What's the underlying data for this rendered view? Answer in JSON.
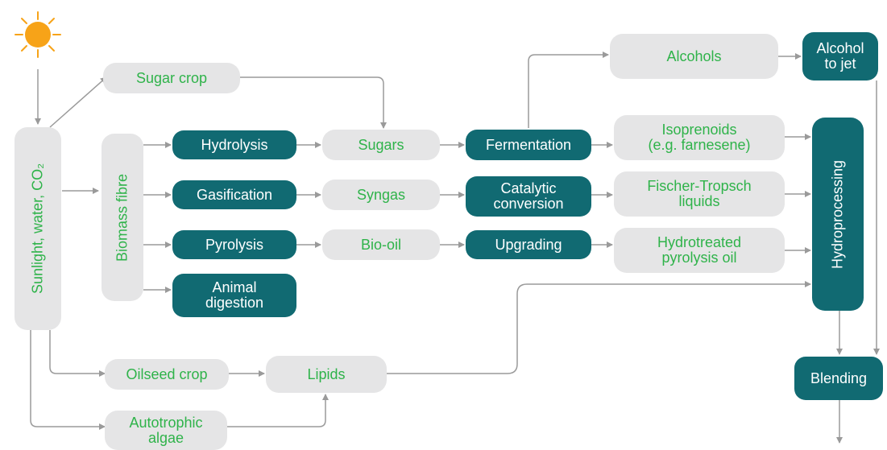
{
  "colors": {
    "light_box": "#e5e5e6",
    "dark_box": "#116a72",
    "light_text": "#2fb34a",
    "arrow": "#9a9a9a",
    "sun": "#f7a318"
  },
  "icons": {
    "sun": "sun-icon"
  },
  "nodes": {
    "sunlight": "Sunlight, water, CO₂",
    "sugar_crop": "Sugar crop",
    "biomass_fibre": "Biomass fibre",
    "oilseed_crop": "Oilseed crop",
    "autotrophic_algae": "Autotrophic\nalgae",
    "hydrolysis": "Hydrolysis",
    "gasification": "Gasification",
    "pyrolysis": "Pyrolysis",
    "animal_digestion": "Animal\ndigestion",
    "sugars": "Sugars",
    "syngas": "Syngas",
    "bio_oil": "Bio-oil",
    "lipids": "Lipids",
    "fermentation": "Fermentation",
    "catalytic_conversion": "Catalytic\nconversion",
    "upgrading": "Upgrading",
    "alcohols": "Alcohols",
    "isoprenoids": "Isoprenoids\n(e.g. farnesene)",
    "fischer_tropsch": "Fischer-Tropsch\nliquids",
    "hydrotreated": "Hydrotreated\npyrolysis oil",
    "alcohol_to_jet": "Alcohol\nto jet",
    "hydroprocessing": "Hydroprocessing",
    "blending": "Blending"
  }
}
